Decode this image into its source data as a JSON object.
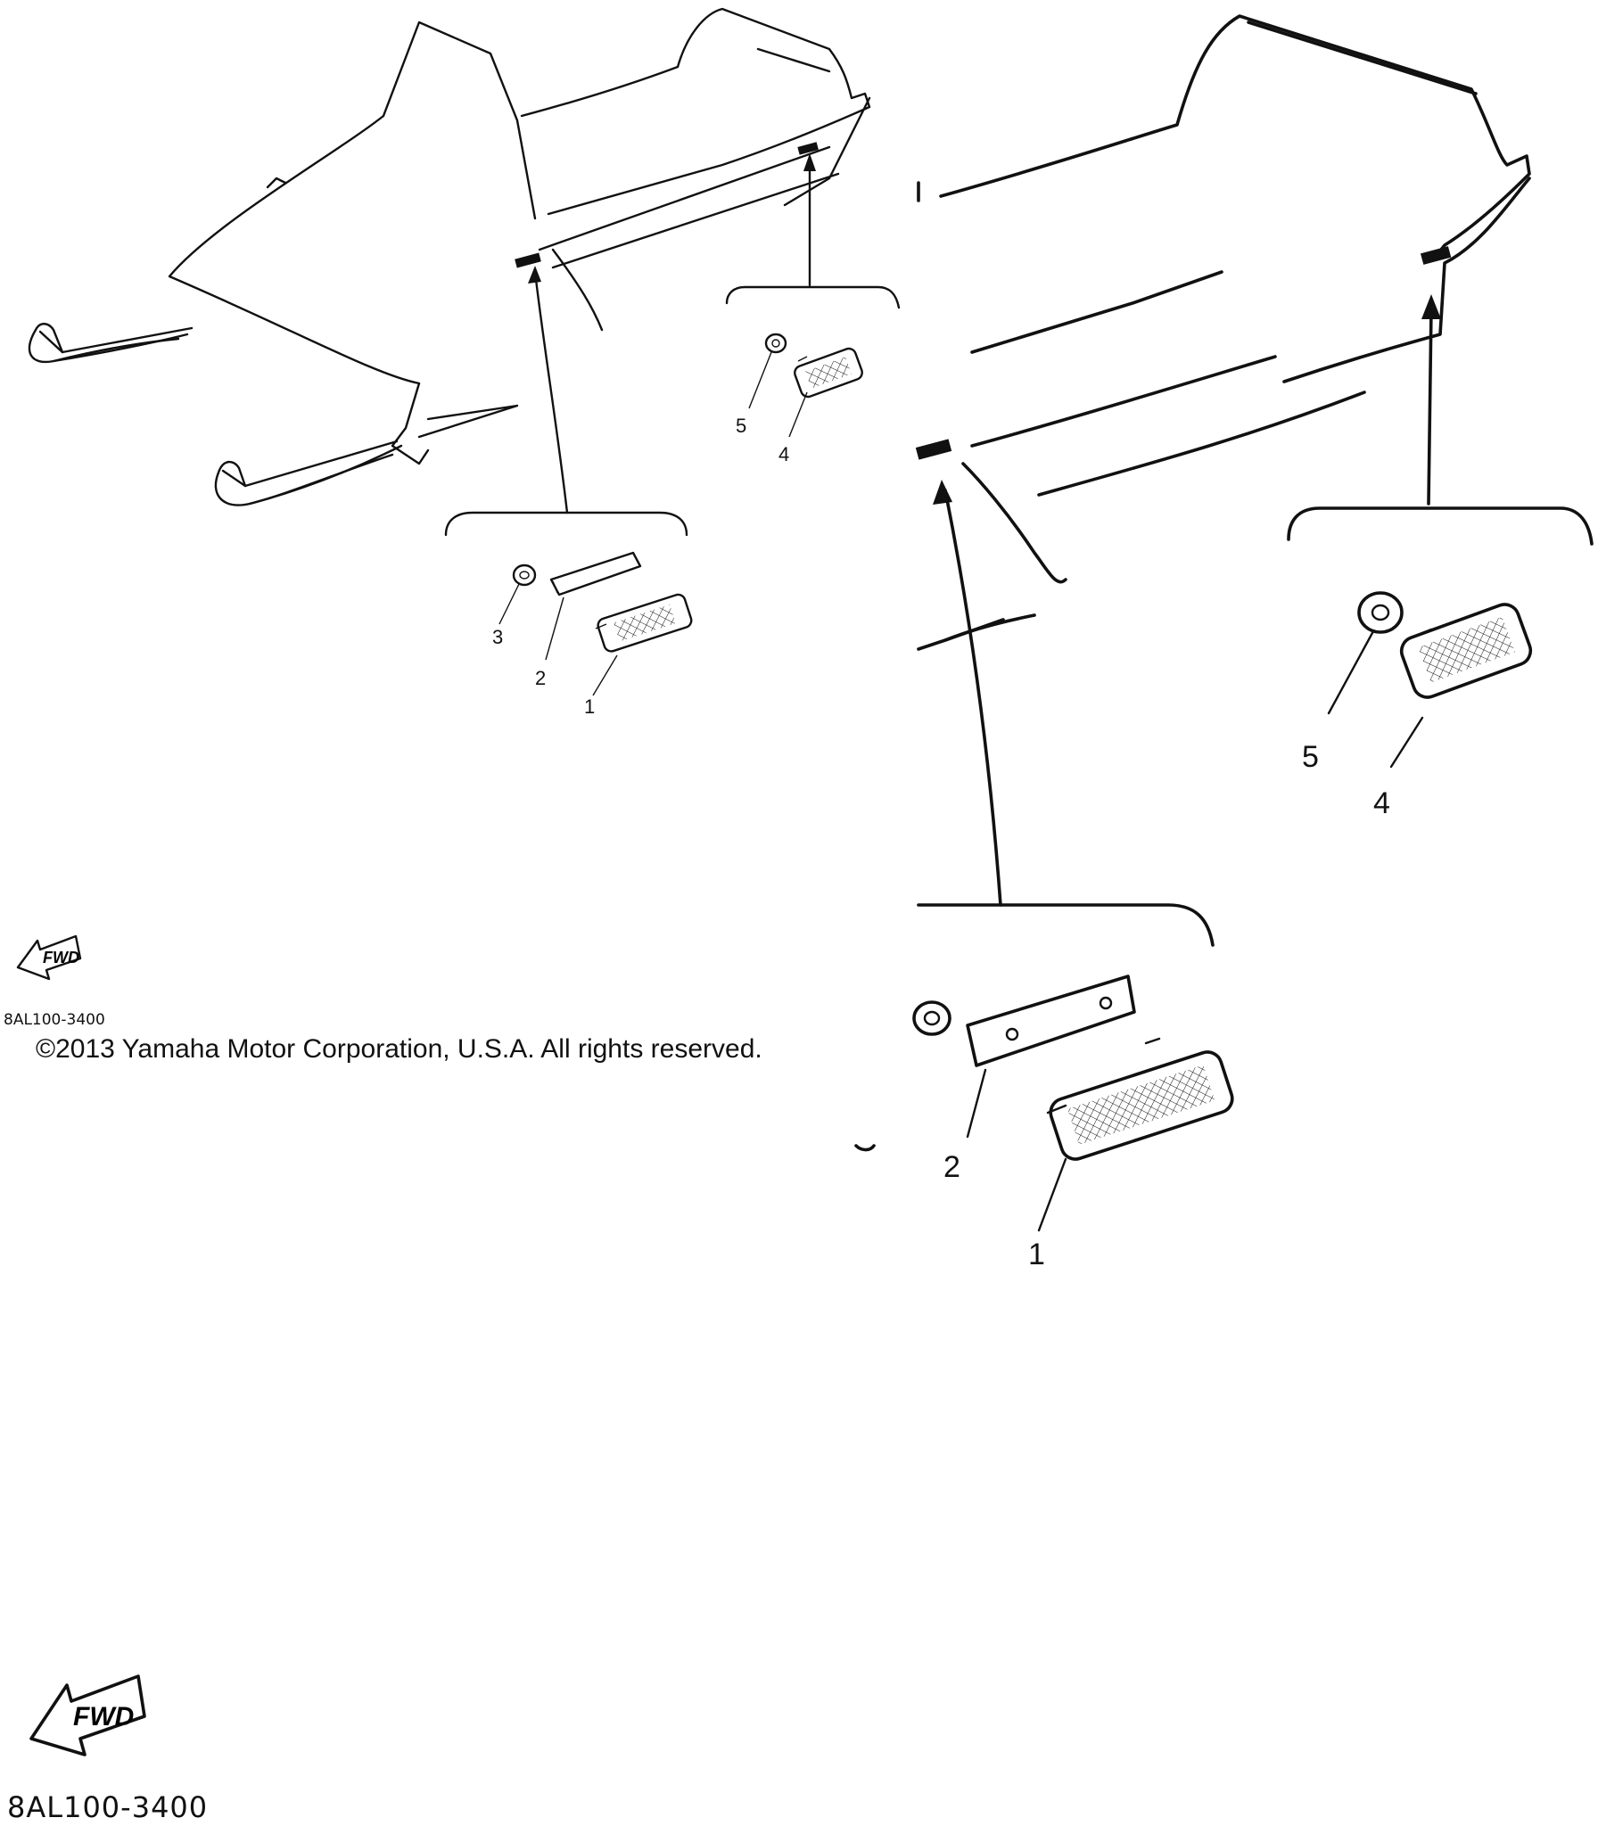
{
  "small_view": {
    "callouts": [
      "1",
      "2",
      "3",
      "4",
      "5"
    ],
    "fwd_label": "FWD",
    "code": "8AL100-3400",
    "copyright": "©2013 Yamaha Motor Corporation, U.S.A. All rights reserved."
  },
  "large_view": {
    "callouts": [
      "1",
      "2",
      "4",
      "5"
    ],
    "fwd_label": "FWD",
    "code": "8AL100-3400"
  }
}
